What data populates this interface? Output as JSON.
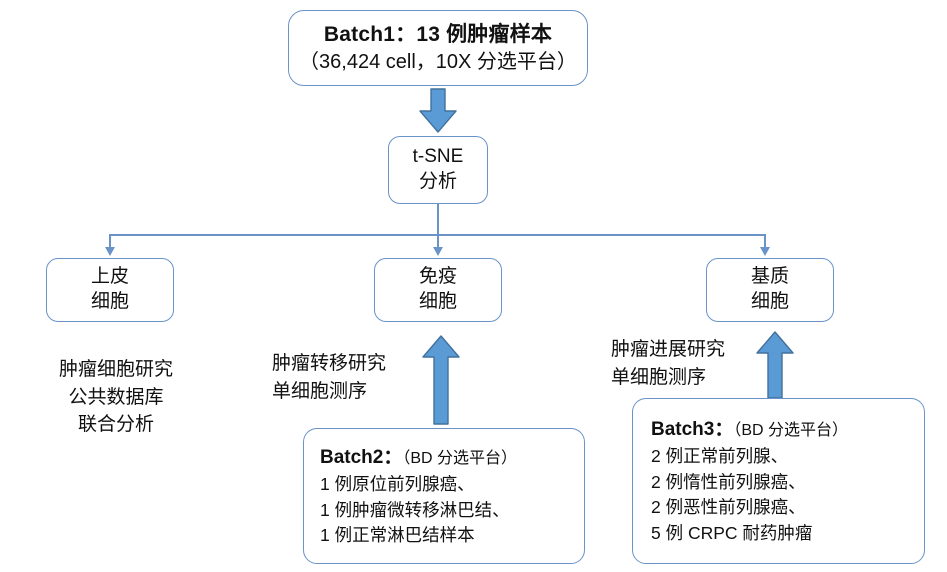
{
  "diagram": {
    "title": "Single-cell sequencing study design flowchart",
    "accent_color": "#6a93c8",
    "arrow_fill": "#5b9bd5",
    "arrow_stroke": "#41719c",
    "background": "#ffffff"
  },
  "nodes": {
    "batch1": {
      "name": "Batch1",
      "line1": "Batch1：13 例肿瘤样本",
      "line2": "（36,424 cell，10X 分选平台）"
    },
    "tsne": {
      "line1": "t-SNE",
      "line2": "分析"
    },
    "epithelial": {
      "line1": "上皮",
      "line2": "细胞"
    },
    "immune": {
      "line1": "免疫",
      "line2": "细胞"
    },
    "stromal": {
      "line1": "基质",
      "line2": "细胞"
    }
  },
  "annotations": {
    "epithelial": {
      "line1": "肿瘤细胞研究",
      "line2": "公共数据库",
      "line3": "联合分析"
    },
    "immune": {
      "line1": "肿瘤转移研究",
      "line2": "单细胞测序"
    },
    "stromal": {
      "line1": "肿瘤进展研究",
      "line2": "单细胞测序"
    }
  },
  "batch2": {
    "header_label": "Batch2：",
    "header_note": "（BD 分选平台）",
    "items": [
      "1 例原位前列腺癌、",
      "1 例肿瘤微转移淋巴结、",
      "1 例正常淋巴结样本"
    ]
  },
  "batch3": {
    "header_label": "Batch3：",
    "header_note": "（BD 分选平台）",
    "items": [
      "2 例正常前列腺、",
      "2 例惰性前列腺癌、",
      "2 例恶性前列腺癌、",
      "5 例 CRPC 耐药肿瘤"
    ]
  },
  "arrows": {
    "batch1_to_tsne": "down-block-arrow",
    "tsne_to_branches": "branch-connector",
    "batch2_to_immune": "up-block-arrow",
    "batch3_to_stromal": "up-block-arrow"
  }
}
